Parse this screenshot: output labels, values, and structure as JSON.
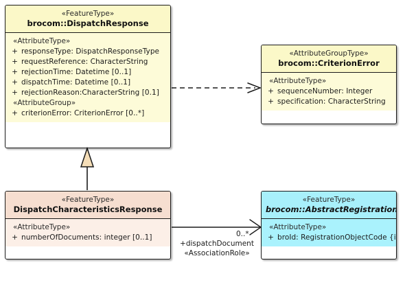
{
  "diagram": {
    "type": "uml-class-diagram",
    "background": "#ffffff",
    "colors": {
      "yellow_header": "#fbf8c8",
      "yellow_body": "#fdfbd8",
      "peach_header": "#f6ded0",
      "peach_body": "#fcefe7",
      "cyan_header": "#a8f0fb",
      "cyan_body": "#aaf2fd",
      "line": "#1a1a1a",
      "triangle_fill": "#f5deb8"
    }
  },
  "classes": {
    "dispatch_response": {
      "stereotype": "«FeatureType»",
      "name": "brocom::DispatchResponse",
      "abstract": false,
      "sections": [
        {
          "group": "«AttributeType»",
          "attributes": [
            {
              "visibility": "+",
              "text": "responseType: DispatchResponseType"
            },
            {
              "visibility": "+",
              "text": "requestReference: CharacterString"
            },
            {
              "visibility": "+",
              "text": "rejectionTime: Datetime [0..1]"
            },
            {
              "visibility": "+",
              "text": "dispatchTime: Datetime [0..1]"
            },
            {
              "visibility": "+",
              "text": "rejectionReason:CharacterString [0.1]"
            }
          ]
        },
        {
          "group": "«AttributeGroup»",
          "attributes": [
            {
              "visibility": "+",
              "text": "criterionError: CriterionError [0..*]"
            }
          ]
        }
      ]
    },
    "criterion_error": {
      "stereotype": "«AttributeGroupType»",
      "name": "brocom::CriterionError",
      "abstract": false,
      "sections": [
        {
          "group": "«AttributeType»",
          "attributes": [
            {
              "visibility": "+",
              "text": "sequenceNumber: Integer"
            },
            {
              "visibility": "+",
              "text": "specification: CharacterString"
            }
          ]
        }
      ]
    },
    "dispatch_characteristics_response": {
      "stereotype": "«FeatureType»",
      "name": "DispatchCharacteristicsResponse",
      "abstract": false,
      "sections": [
        {
          "group": "«AttributeType»",
          "attributes": [
            {
              "visibility": "+",
              "text": "numberOfDocuments: integer [0..1]"
            }
          ]
        }
      ]
    },
    "abstract_registration_object": {
      "stereotype": "«FeatureType»",
      "name": "brocom::AbstractRegistrationObject",
      "abstract": true,
      "sections": [
        {
          "group": "«AttributeType»",
          "attributes": [
            {
              "visibility": "+",
              "text": "broId: RegistrationObjectCode {id}"
            }
          ]
        }
      ]
    }
  },
  "relations": {
    "dependency": {
      "kind": "dependency",
      "style": "dashed-open-arrow",
      "from": "brocom::DispatchResponse",
      "to": "brocom::CriterionError"
    },
    "generalization": {
      "kind": "generalization",
      "style": "solid-hollow-triangle",
      "from": "DispatchCharacteristicsResponse",
      "to": "brocom::DispatchResponse"
    },
    "association": {
      "kind": "association",
      "style": "solid-open-arrow",
      "from": "DispatchCharacteristicsResponse",
      "to": "brocom::AbstractRegistrationObject",
      "multiplicity": "0..*",
      "role": "+dispatchDocument",
      "stereotype": "«AssociationRole»"
    }
  }
}
